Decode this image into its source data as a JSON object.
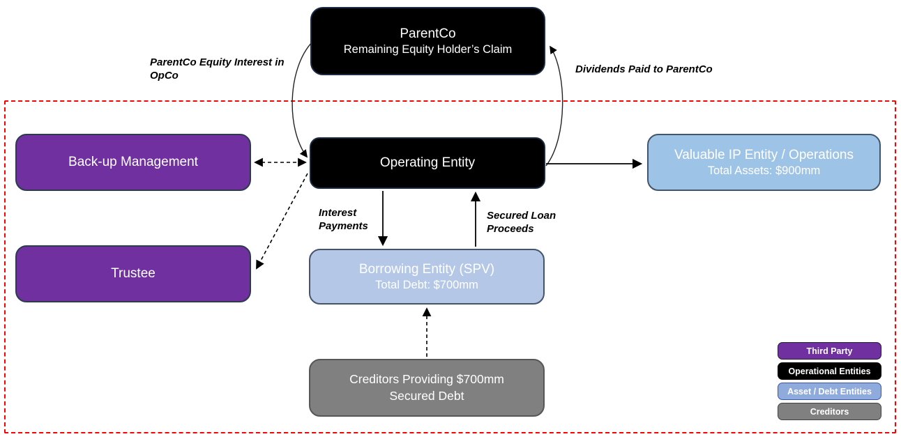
{
  "diagram": {
    "nodes": {
      "parentco": {
        "title": "ParentCo",
        "subtitle": "Remaining Equity Holder’s Claim"
      },
      "operating_entity": {
        "title": "Operating Entity"
      },
      "backup_management": {
        "title": "Back-up Management"
      },
      "trustee": {
        "title": "Trustee"
      },
      "valuable_ip": {
        "title": "Valuable IP Entity / Operations",
        "subtitle": "Total Assets: $900mm"
      },
      "borrowing_spv": {
        "title": "Borrowing Entity (SPV)",
        "subtitle": "Total Debt: $700mm"
      },
      "creditors": {
        "title": "Creditors Providing $700mm\nSecured Debt"
      }
    },
    "edge_labels": {
      "equity_interest": "ParentCo Equity Interest in\nOpCo",
      "dividends": "Dividends Paid to ParentCo",
      "interest_payments": "Interest\nPayments",
      "secured_loan_proceeds": "Secured Loan\nProceeds"
    },
    "legend": {
      "items": [
        {
          "label": "Third Party",
          "color": "#7030a0"
        },
        {
          "label": "Operational Entities",
          "color": "#000000"
        },
        {
          "label": "Asset / Debt Entities",
          "color": "#8faadc"
        },
        {
          "label": "Creditors",
          "color": "#808080"
        }
      ]
    },
    "colors": {
      "third_party": "#7030a0",
      "operational_entities": "#000000",
      "asset_debt_entities": "#9dc3e6",
      "asset_debt_entities_alt": "#b4c7e7",
      "creditors": "#808080",
      "boundary": "#ff0000"
    }
  }
}
